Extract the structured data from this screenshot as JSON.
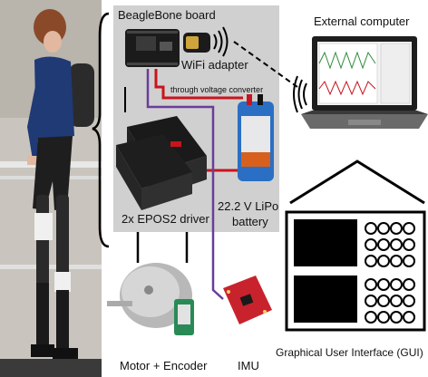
{
  "labels": {
    "beaglebone": "BeagleBone board",
    "wifi_adapter": "WiFi adapter",
    "external_computer": "External computer",
    "through_voltage_converter": "through voltage converter",
    "epos2_driver": "2x EPOS2 driver",
    "lipo_battery_line1": "22.2 V LiPo",
    "lipo_battery_line2": "battery",
    "motor_encoder": "Motor + Encoder",
    "imu": "IMU",
    "gui": "Graphical User Interface (GUI)"
  },
  "colors": {
    "panel_gray": "#d0d0d0",
    "board_black": "#1b1b1b",
    "red_wire": "#c8141e",
    "purple_wire": "#6a3d9a",
    "imu_red": "#c8232d"
  }
}
